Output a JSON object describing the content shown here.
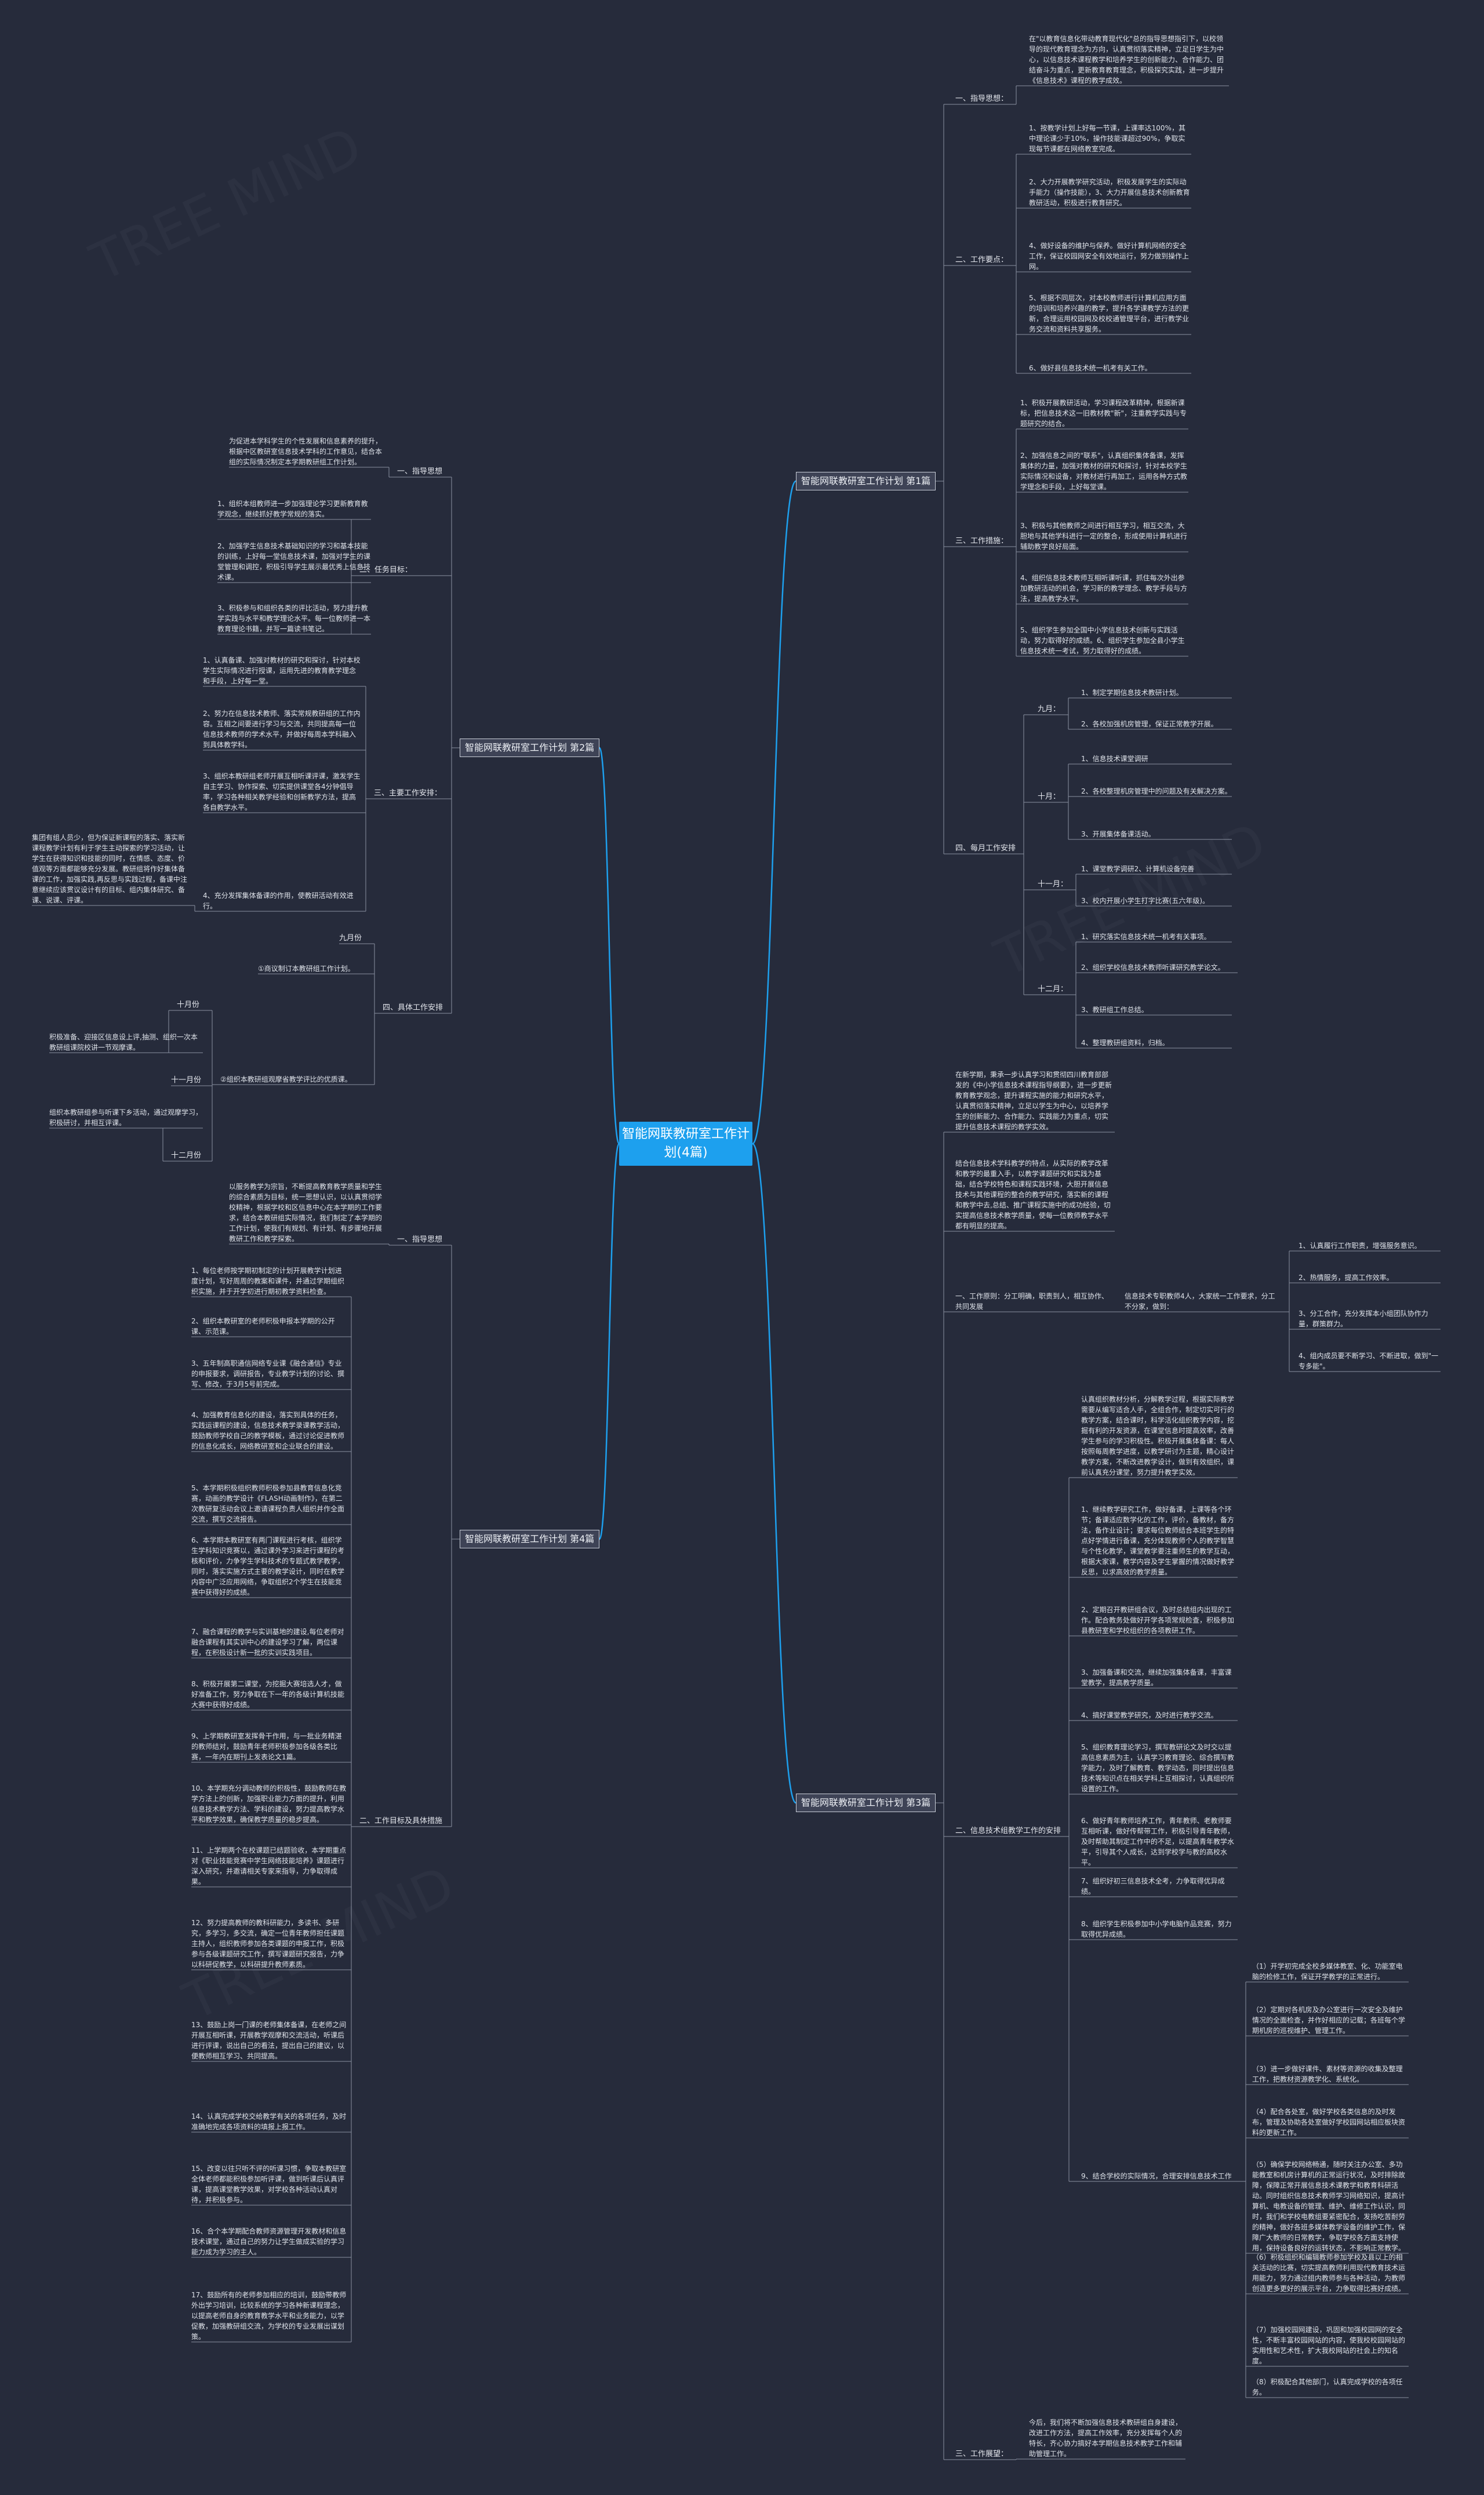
{
  "root": "智能网联教研室工作计划(4篇)",
  "colors": {
    "background": "#262b3b",
    "root": "#1da0ee",
    "line": "#1da0ee",
    "branch_box": "#3e4356"
  },
  "branches": {
    "b1": "智能网联教研室工作计划 第1篇",
    "b2": "智能网联教研室工作计划 第2篇",
    "b3": "智能网联教研室工作计划 第3篇",
    "b4": "智能网联教研室工作计划 第4篇"
  },
  "p1": {
    "s1": "一、指导思想：",
    "s1_text": "在\"以教育信息化带动教育现代化\"总的指导思想指引下，以校领导的现代教育理念为方向，认真贯彻落实精神，立足日学生为中心，以信息技术课程教学和培养学生的创新能力、合作能力、团结奋斗为重点，更新教育教育理念，积极探究实践，进一步提升《信息技术》课程的教学成效。",
    "s2": "二、工作要点：",
    "s2_items": [
      "1、按教学计划上好每一节课，上课率达100%，其中理论课少于10%，操作技能课超过90%，争取实现每节课都在网络教室完成。",
      "2、大力开展教学研究活动，积极发展学生的实际动手能力（操作技能），3、大力开展信息技术创新教育教研活动，积极进行教育研究。",
      "4、做好设备的维护与保养。做好计算机网络的安全工作，保证校园网安全有效地运行，努力做到操作上网。",
      "5、根据不同层次，对本校教师进行计算机应用方面的培训和培养兴趣的教学，提升各学课教学方法的更新，合理运用校园网及校校通管理平台，进行教学业务交流和资料共享服务。",
      "6、做好县信息技术统一机考有关工作。"
    ],
    "s3": "三、工作措施：",
    "s3_items": [
      "1、积极开展教研活动，学习课程改革精神，根据新课标，把信息技术这一旧教材教\"新\"，注重教学实践与专题研究的结合。",
      "2、加强信息之间的\"联系\"，认真组织集体备课，发挥集体的力量，加强对教材的研究和探讨，针对本校学生实际情况和设备，对教材进行再加工，运用各种方式教学理念和手段，上好每堂课。",
      "3、积极与其他教师之间进行相互学习，相互交流，大胆地与其他学科进行一定的整合，形成使用计算机进行辅助教学良好局面。",
      "4、组织信息技术教师互相听课听课，抓住每次外出参加教研活动的机会，学习新的教学理念、教学手段与方法，提高教学水平。",
      "5、组织学生参加全国中小学信息技术创新与实践活动，努力取得好的成绩。6、组织学生参加全县小学生信息技术统一考试，努力取得好的成绩。"
    ],
    "s4": "四、每月工作安排",
    "months": [
      {
        "name": "九月：",
        "items": [
          "1、制定学期信息技术教研计划。",
          "2、各校加强机房管理，保证正常教学开展。"
        ]
      },
      {
        "name": "十月：",
        "items": [
          "1、信息技术课堂调研",
          "2、各校整理机房管理中的问题及有关解决方案。",
          "3、开展集体备课活动。"
        ]
      },
      {
        "name": "十一月：",
        "items": [
          "1、课堂教学调研2、计算机设备完善",
          "3、校内开展小学生打字比赛(五六年级)。"
        ]
      },
      {
        "name": "十二月：",
        "items": [
          "1、研究落实信息技术统一机考有关事项。",
          "2、组织学校信息技术教师听课研究教学论文。",
          "3、教研组工作总结。",
          "4、整理教研组资料，归档。"
        ]
      }
    ]
  },
  "p2": {
    "s1": "一、指导思想",
    "s1_text": "为促进本学科学生的个性发展和信息素养的提升，根据中区教研室信息技术学科的工作意见，结合本组的实际情况制定本学期教研组工作计划。",
    "s2": "二、任务目标：",
    "s2_items": [
      "1、组织本组教师进一步加强理论学习更新教育教学观念，继续抓好教学常规的落实。",
      "2、加强学生信息技术基础知识的学习和基本技能的训练，上好每一堂信息技术课，加强对学生的课堂管理和调控，积极引导学生展示最优秀上信息技术课。",
      "3、积极参与和组织各类的评比活动，努力提升教学实践与水平和教学理论水平。每一位教师进一本教育理论书籍，并写一篇读书笔记。"
    ],
    "s3": "三、主要工作安排：",
    "s3_items": [
      "1、认真备课、加强对教材的研究和探讨，针对本校学生实际情况进行授课，运用先进的教育教学理念和手段，上好每一堂。",
      "2、努力在信息技术教师、落实常规教研组的工作内容。互相之间要进行学习与交流，共同提高每一位信息技术教师的学术水平，并做好每周本学科融入到具体教学科。",
      "3、组织本教研组老师开展互相听课评课，激发学生自主学习、协作探索、切实提供课堂各4分钟倡导率，学习各种相关教学经验和创新教学方法，提高各自教学水平。",
      "4、充分发挥集体备课的作用，使教研活动有效进行。"
    ],
    "s3_note": "集团有组人员少，但为保证新课程的落实、落实新课程教学计划有利于学生主动探索的学习活动，让学生在获得知识和技能的同时，在情感、态度、价值观等方面都能够充分发展。教研组将作好集体备课的工作，加强实践,再反思与实践过程，备课中注意继续应该贯议设计有的目标、组内集体研究、备课、说课、评课。",
    "s4": "四、具体工作安排",
    "months": [
      {
        "name": "九月份",
        "items": [
          "①商议制订本教研组工作计划。"
        ]
      },
      {
        "name": "十月份",
        "items": [
          "积极准备、迎接区信息设上评,抽测、组织一次本教研组课院校讲一节观摩课。"
        ]
      },
      {
        "name": "十一月份",
        "items": [
          "②组织本教研组观摩省教学评比的优质课。"
        ]
      },
      {
        "name": "十二月份",
        "items": [
          "组织本教研组参与听课下乡活动，通过观摩学习，积极研讨，并相互评课。"
        ]
      }
    ]
  },
  "p3": {
    "intro": "在新学期，秉承一步认真学习和贯彻四川教育部部发的《中小学信息技术课程指导纲要》，进一步更新教育教学观念，提升课程实施的能力和研究水平，认真贯彻落实精神，立足以学生为中心，以培养学生的创新能力、合作能力、实践能力为重点，切实提升信息技术课程的教学实效。",
    "intro2": "结合信息技术学科教学的特点，从实际的教学改革和教学的最重入手，以教学课题研究和实践为基础，结合学校特色和课程实践环境，大胆开展信息技术与其他课程的整合的教学研究，落实新的课程和教学中去,总结、推广课程实施中的成功经验，切实提高信息技术教学质量，使每一位教师教学水平都有明显的提高。",
    "s1": "一、工作原则：分工明确，职责到人，相互协作、共同发展",
    "s1_sub": "信息技术专职教师4人，大家统一工作要求，分工不分家，做到：",
    "s1_items": [
      "1、认真履行工作职责，增强服务意识。",
      "2、热情服务，提高工作效率。",
      "3、分工合作，充分发挥本小组团队协作力量，群策群力。",
      "4、组内成员要不断学习、不断进取，做到\"一专多能\"。"
    ],
    "s2": "二、信息技术组教学工作的安排",
    "s2_intro": "认真组织教材分析，分解教学过程，根据实际教学需要从编写适合人手，全组合作，制定切实可行的教学方案，结合课时，科学活化组织教学内容，挖掘有利的开发资源，在课堂信息时提高效率，改善学生参与的学习积极性。积极开展集体备课：每人按照每周教学进度，以教学研讨为主题，精心设计教学方案，不断改进教学设计，做到有效组织，课前认真充分课堂，努力提升教学实效。",
    "s2_items": [
      "1、继续教学研究工作，做好备课，上课等各个环节；备课适应数学化的工作，评价，备教材，备方法，备作业设计；要求每位教师结合本班学生的特点好学情进行备课，充分体现教师个人的教学智慧与个性化教学，课堂教学要注重师生的教学互动，根据大家课，教学内容及学生掌握的情况做好教学反思，以求高效的教学质量。",
      "2、定期召开教研组会议，及时总结组内出现的工作。配合教务处做好开学各项常规检查，积极参加县教研室和学校组织的各项教研工作。",
      "3、加强备课和交流，继续加强集体备课，丰富课堂教学，提高教学质量。",
      "4、搞好课堂教学研究，及时进行教学交流。",
      "5、组织教育理论学习，撰写教研论文及时交以提高信息素质为主，认真学习教育理论、综合撰写教学能力，及时了解教育、教学动态，同时提出信息技术等知识点在相关学科上互相探讨，认真组织所设置的工作。",
      "6、做好青年教师培养工作，青年教师、老教师要互相听课，做好传帮带工作，积极引导青年教师，及时帮助其制定工作中的不足，以提高青年教学水平，引导其个人成长，达到学校学与教的高校水平。",
      "7、组织好初三信息技术全考，力争取得优异成绩。",
      "8、组织学生积极参加中小学电脑作品竞赛，努力取得优异成绩。",
      "9、结合学校的实际情况，合理安排信息技术工作"
    ],
    "s2_sub": [
      "（1）开学初完成全校多媒体教室、化、功能室电脑的检修工作，保证开学教学的正常进行。",
      "（2）定期对各机房及办公室进行一次安全及维护情况的全面检查，并作好相应的记载；各班每个学期机房的巡视维护、管理工作。",
      "（3）进一步做好课件、素材等资源的收集及整理工作，把教材资源教学化、系统化。",
      "（4）配合各处室，做好学校各类信息的及时发布，管理及协助各处室做好学校园网站相应板块资料的更新工作。",
      "（5）确保学校网络畅通，随时关注办公室、多功能教室和机房计算机的正常运行状况，及时排除故障，保障正常开展信息技术课教学和教育科研活动。同时组织信息技术教师学习网络知识，提高计算机、电教设备的管理、维护、维修工作认识，同时，我们和学校电教组要紧密配合，发扬吃苦耐劳的精神，做好各班多媒体教学设备的维护工作，保障广大教师的日常教学，争取学校各方面支持使用，保持设备良好的运转状态，不影响正常教学。",
      "（6）积极组织和编辑教师参加学校及县以上的相关活动的比赛，切实提高教师利用现代教育技术运用能力，努力通过组内教师参与各种活动，为教师创造更多更好的展示平台，力争取得比赛好成绩。",
      "（7）加强校园网建设，巩固和加强校园网的安全性，不断丰富校园网站的内容，使我校校园网站的实用性和艺术性，扩大我校网站的社会上的知名度。",
      "（8）积极配合其他部门，认真完成学校的各项任务。"
    ],
    "s3": "三、工作展望：",
    "s3_text": "今后，我们将不断加强信息技术教研组自身建设，改进工作方法，提高工作效率，充分发挥每个人的特长，齐心协力搞好本学期信息技术教学工作和辅助管理工作。"
  },
  "p4": {
    "s1": "一、指导思想",
    "s1_text": "以服务教学为宗旨，不断提高教育教学质量和学生的综合素质为目标，统一思想认识，以认真贯彻学校精神，根据学校和区信息中心在本学期的工作要求，结合本教研组实际情况，我们制定了本学期的工作计划，使我们有规划、有计划、有步骤地开展教研工作和教学探索。",
    "s2": "二、工作目标及具体措施",
    "s2_items": [
      "1、每位老师按学期初制定的计划开展教学计划进度计划，写好周周的教案和课件，并通过学期组织织实施，并于开学初进行期初教学资料检查。",
      "2、组织本教研室的老师积极申报本学期的公开课、示范课。",
      "3、五年制高职通信网络专业课《融合通信》专业的申报要求，调研报告，专业教学计划的讨论、撰写、修改，于3月5号前完成。",
      "4、加强教育信息化的建设，落实到具体的任务，实践运课程的建设，信息技术教学录课教学活动，鼓励教师学校自己的教学模板，通过讨论促进教师的信息化成长，网络教研室和企业联合的建设。",
      "5、本学期积极组织教师积极参加县教育信息化竞赛，动画的教学设计《FLASH动画制作》，在第二次教研复活动会议上邀请课程负责人组织并作全面交流，撰写交流报告。",
      "6、本学期本教研室有两门课程进行考核，组织学生学科知识竞赛以，通过课外学习来进行课程的考核和评价，力争学生学科技术的专题式教学教学，同时，落实实施方式主要的教学设计，同时在教学内容中广泛应用网络，争取组织2个学生在技能竞赛中获得好的成绩。",
      "7、融合课程的教学与实训基地的建设,每位老师对融合课程有其实训中心的建设学习了解，两位课程，在积极设计新一批的实训实践项目。",
      "8、积极开展第二课堂，为挖掘大赛培选人才，做好准备工作，努力争取在下一年的各级计算机技能大赛中获得好成绩。",
      "9、上学期教研室发挥骨干作用，与一批业务精湛的教师结对，鼓励青年老师积极参加各级各类比赛，一年内在期刊上发表论文1篇。",
      "10、本学期充分调动教师的积极性，鼓励教师在教学方法上的创新，加强职业能力方面的提升，利用信息技术教学方法、学科的建设，努力提高教学水平和教学效果，确保教学质量的稳步提高。",
      "11、上学期两个在校课题已结题验收，本学期重点对《职业技能竞赛中学生网络技能培养》课题进行深入研究，并邀请相关专家来指导，力争取得成果。",
      "12、努力提高教师的教科研能力，多读书、多研究，多学习，多交流，确定一位青年教师担任课题主持人，组织教师参加各类课题的申报工作，积极参与各级课题研究工作，撰写课题研究报告，力争以科研促教学，以科研提升教师素质。",
      "13、鼓励上岗一门课的老师集体备课，在老师之间开展互相听课，开展教学观摩和交流活动，听课后进行评课，说出自己的看法，提出自己的建议，以便教师相互学习、共同提高。",
      "14、认真完成学校交给教学有关的各项任务，及时准确地完成各项资料的填报上报工作。",
      "15、改变以往只听不评的听课习惯，争取本教研室全体老师都能积极参加听评课，做到听课后认真评课，提高课堂教学效果，对学校各种活动认真对待，并积极参与。",
      "16、合个本学期配合教师资源管理开发教材和信息技术课堂，通过自己的努力让学生做成实验的学习能力成为学习的主人。",
      "17、鼓励所有的老师参加相应的培训，鼓励带教师外出学习培训，比较系统的学习各种新课程理念，以提高老师自身的教育教学水平和业务能力，以学促教，加强教研组交流，为学校的专业发展出谋划策。"
    ]
  }
}
